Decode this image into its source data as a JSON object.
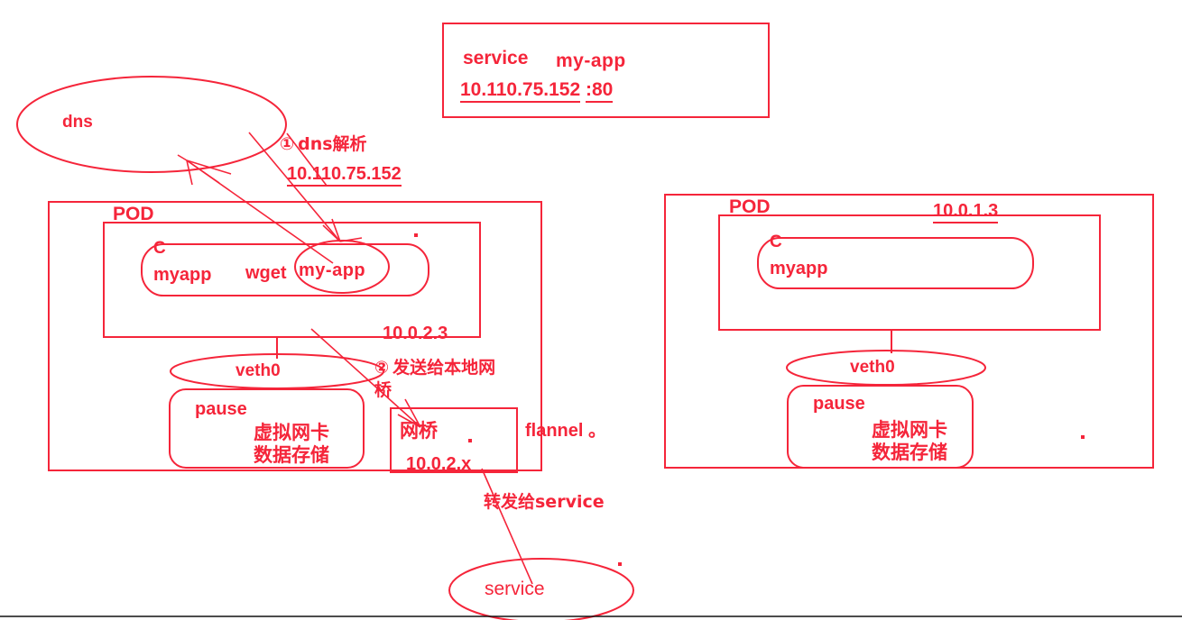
{
  "diagram": {
    "title_note": "kubernetes service / flannel network request flow (hand-drawn red annotation)",
    "accent_color": "#f5253a",
    "baseline_color": "#111111",
    "background": "#ffffff"
  },
  "service_box": {
    "label": "service",
    "name": "my-app",
    "address": "10.110.75.152",
    "port": ":80"
  },
  "dns": {
    "label": "dns"
  },
  "steps": [
    {
      "marker": "①",
      "text": "dns解析",
      "detail": "10.110.75.152"
    },
    {
      "marker": "②",
      "text_line1": "发送给本地网",
      "text_line2": "桥"
    }
  ],
  "pod_left": {
    "label": "POD",
    "container_label": "C",
    "app": "myapp",
    "command": "wget",
    "target": "my-app",
    "ip": "10.0.2.3",
    "veth": "veth0",
    "pause": "pause",
    "pause_line1": "虚拟网卡",
    "pause_line2": "数据存储"
  },
  "pod_right": {
    "label": "POD",
    "ip": "10.0.1.3",
    "container_label": "C",
    "app": "myapp",
    "veth": "veth0",
    "pause": "pause",
    "pause_line1": "虚拟网卡",
    "pause_line2": "数据存储"
  },
  "bridge": {
    "label": "网桥",
    "ip": "10.0.2.x"
  },
  "flannel": {
    "label": "flannel 。"
  },
  "forward": {
    "label": "转发给service"
  },
  "service_node": {
    "label": "service"
  }
}
